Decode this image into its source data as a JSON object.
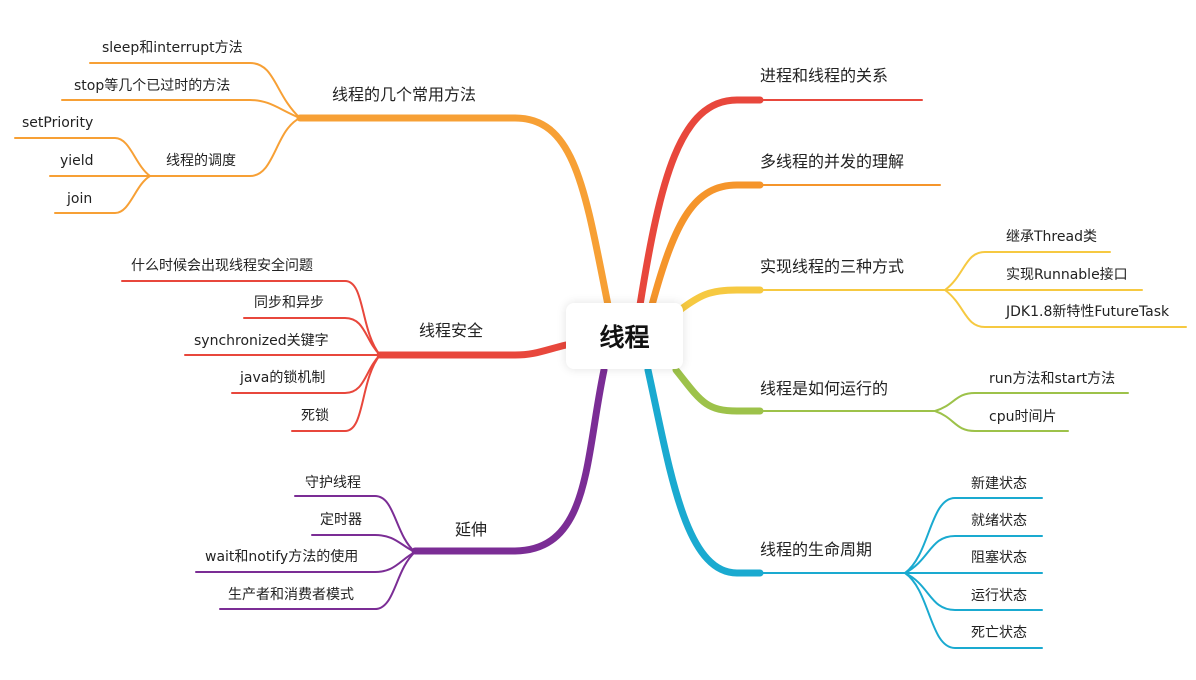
{
  "root": {
    "label": "线程"
  },
  "colors": {
    "orange": "#f7a035",
    "red": "#e8473c",
    "purple": "#7b2d95",
    "orange2": "#f5952b",
    "yellow": "#f6c941",
    "green": "#9dc24a",
    "cyan": "#1aaad0"
  },
  "branches": [
    {
      "label": "线程的几个常用方法",
      "color": "orange",
      "children": [
        {
          "label": "sleep和interrupt方法"
        },
        {
          "label": "stop等几个已过时的方法"
        },
        {
          "label": "线程的调度",
          "children": [
            {
              "label": "setPriority"
            },
            {
              "label": "yield"
            },
            {
              "label": "join"
            }
          ]
        }
      ]
    },
    {
      "label": "线程安全",
      "color": "red",
      "children": [
        {
          "label": "什么时候会出现线程安全问题"
        },
        {
          "label": "同步和异步"
        },
        {
          "label": "synchronized关键字"
        },
        {
          "label": "java的锁机制"
        },
        {
          "label": "死锁"
        }
      ]
    },
    {
      "label": "延伸",
      "color": "purple",
      "children": [
        {
          "label": "守护线程"
        },
        {
          "label": "定时器"
        },
        {
          "label": "wait和notify方法的使用"
        },
        {
          "label": "生产者和消费者模式"
        }
      ]
    },
    {
      "label": "进程和线程的关系",
      "color": "red",
      "children": []
    },
    {
      "label": "多线程的并发的理解",
      "color": "orange2",
      "children": []
    },
    {
      "label": "实现线程的三种方式",
      "color": "yellow",
      "children": [
        {
          "label": "继承Thread类"
        },
        {
          "label": "实现Runnable接口"
        },
        {
          "label": "JDK1.8新特性FutureTask"
        }
      ]
    },
    {
      "label": "线程是如何运行的",
      "color": "green",
      "children": [
        {
          "label": "run方法和start方法"
        },
        {
          "label": "cpu时间片"
        }
      ]
    },
    {
      "label": "线程的生命周期",
      "color": "cyan",
      "children": [
        {
          "label": "新建状态"
        },
        {
          "label": "就绪状态"
        },
        {
          "label": "阻塞状态"
        },
        {
          "label": "运行状态"
        },
        {
          "label": "死亡状态"
        }
      ]
    }
  ]
}
